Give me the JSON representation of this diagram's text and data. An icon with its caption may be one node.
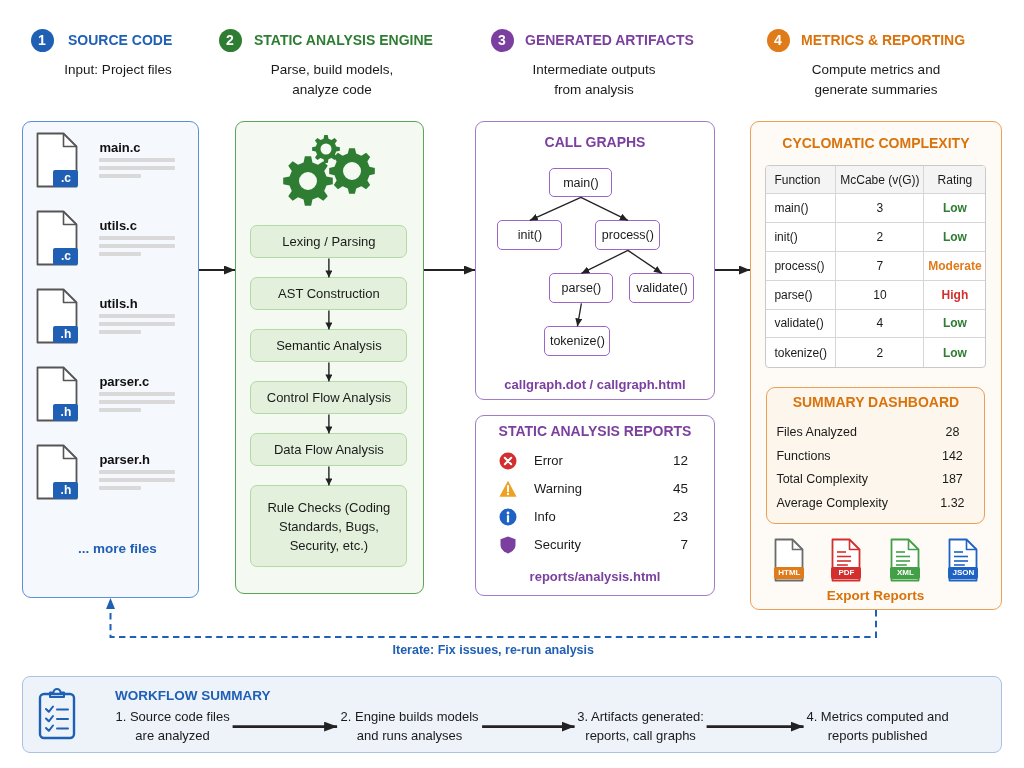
{
  "diagram": {
    "nodes": [
      {
        "text": [
          "1"
        ]
      },
      {
        "text": [
          "... more files"
        ]
      },
      {
        "text": [
          ".c"
        ],
        "beside": [
          "main.c"
        ],
        "in": 1
      },
      {
        "text": [
          ".c"
        ],
        "beside": [
          "utils.c"
        ],
        "in": 1
      },
      {
        "text": [
          ".h"
        ],
        "beside": [
          "utils.h"
        ],
        "in": 1
      },
      {
        "text": [
          ".h"
        ],
        "beside": [
          "parser.c"
        ],
        "in": 1
      },
      {
        "text": [
          ".h"
        ],
        "beside": [
          "parser.h"
        ],
        "in": 1
      },
      {
        "text": [
          "2"
        ]
      },
      {
        "text": [],
        "shape": "box"
      },
      {
        "text": [
          "Lexing / Parsing"
        ],
        "in": 8
      },
      {
        "text": [
          "AST Construction"
        ],
        "in": 8
      },
      {
        "text": [
          "Semantic Analysis"
        ],
        "in": 8
      },
      {
        "text": [
          "Control Flow Analysis"
        ],
        "in": 8
      },
      {
        "text": [
          "Data Flow Analysis"
        ],
        "in": 8
      },
      {
        "text": [
          "Rule Checks (Coding Standards, Bugs, Security, etc.)"
        ],
        "in": 8
      },
      {
        "text": [
          "3"
        ]
      },
      {
        "text": [
          "CALL GRAPHS",
          "callgraph.dot / callgraph.html"
        ]
      },
      {
        "text": [
          "main()"
        ],
        "in": 16
      },
      {
        "text": [
          "init()"
        ],
        "in": 16
      },
      {
        "text": [
          "process()"
        ],
        "in": 16
      },
      {
        "text": [
          "parse()"
        ],
        "in": 16
      },
      {
        "text": [
          "validate()"
        ],
        "in": 16
      },
      {
        "text": [
          "tokenize()"
        ],
        "in": 16
      },
      {
        "text": [
          "STATIC ANALYSIS REPORTS",
          "Error",
          "12",
          "Warning",
          "45",
          "Info",
          "23",
          "Security",
          "7",
          "reports/analysis.html"
        ]
      },
      {
        "text": [
          "4"
        ]
      },
      {
        "text": [
          "Export Reports"
        ]
      },
      {
        "text": [
          "CYCLOMATIC COMPLEXITY",
          "Function",
          "McCabe (v(G))",
          "Rating",
          "main()",
          "3",
          "Low",
          "init()",
          "2",
          "Low",
          "process()",
          "7",
          "Moderate",
          "parse()",
          "10",
          "High",
          "validate()",
          "4",
          "Low",
          "tokenize()",
          "2",
          "Low"
        ],
        "in": 25
      },
      {
        "text": [
          "SUMMARY DASHBOARD",
          "Files Analyzed",
          "28",
          "Functions",
          "142",
          "Total Complexity",
          "187",
          "Average Complexity",
          "1.32"
        ],
        "in": 25
      },
      {
        "text": [
          "HTML"
        ],
        "in": 25
      },
      {
        "text": [
          "PDF"
        ],
        "in": 25
      },
      {
        "text": [
          "XML"
        ],
        "in": 25
      },
      {
        "text": [
          "JSON"
        ],
        "in": 25
      },
      {
        "text": [
          "WORKFLOW SUMMARY"
        ]
      },
      {
        "text": [
          "1. Source code files are analyzed"
        ],
        "in": 32
      },
      {
        "text": [
          "2. Engine builds models and runs analyses"
        ],
        "in": 32
      },
      {
        "text": [
          "3. Artifacts generated: reports, call graphs"
        ],
        "in": 32
      },
      {
        "text": [
          "4. Metrics computed and reports published"
        ],
        "in": 32
      }
    ],
    "edges": [
      {
        "from": 1,
        "to": 8,
        "arrow": "to"
      },
      {
        "from": 8,
        "to": 16,
        "arrow": "to"
      },
      {
        "from": 16,
        "to": 25,
        "arrow": "to"
      },
      {
        "from": 9,
        "to": 10,
        "arrow": "to"
      },
      {
        "from": 10,
        "to": 11,
        "arrow": "to"
      },
      {
        "from": 11,
        "to": 12,
        "arrow": "to"
      },
      {
        "from": 12,
        "to": 13,
        "arrow": "to"
      },
      {
        "from": 13,
        "to": 14,
        "arrow": "to"
      },
      {
        "from": 17,
        "to": 18,
        "arrow": "to"
      },
      {
        "from": 17,
        "to": 19,
        "arrow": "to"
      },
      {
        "from": 19,
        "to": 20,
        "arrow": "to"
      },
      {
        "from": 19,
        "to": 21,
        "arrow": "to"
      },
      {
        "from": 20,
        "to": 22,
        "arrow": "to"
      },
      {
        "from": 25,
        "to": 1,
        "arrow": "to",
        "label": "Iterate: Fix issues, re-run analysis",
        "style": "dashed",
        "color": "#1f5fb4"
      },
      {
        "from": 33,
        "to": 34,
        "arrow": "to"
      },
      {
        "from": 34,
        "to": 35,
        "arrow": "to"
      },
      {
        "from": 35,
        "to": 36,
        "arrow": "to"
      }
    ],
    "labels": [
      "SOURCE CODE",
      "STATIC ANALYSIS ENGINE",
      "GENERATED ARTIFACTS",
      "METRICS & REPORTING",
      "Input: Project files",
      "Parse, build models, analyze code",
      "Intermediate outputs from analysis",
      "Compute metrics and generate summaries"
    ]
  }
}
